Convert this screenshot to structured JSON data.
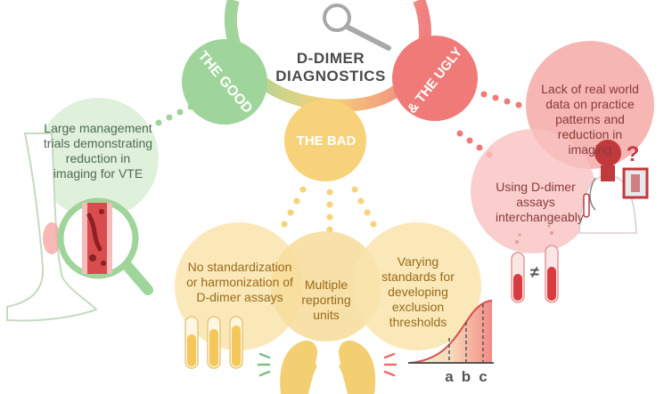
{
  "title": {
    "line1": "D-DIMER",
    "line2": "DIAGNOSTICS"
  },
  "sections": {
    "good": {
      "label": "THE GOOD",
      "color": "#9fcf9a"
    },
    "bad": {
      "label": "THE BAD",
      "color": "#f7d27a"
    },
    "ugly": {
      "label": "& THE UGLY",
      "color": "#f07a78"
    }
  },
  "good_items": [
    {
      "text": "Large management trials demonstrating reduction in imaging for VTE"
    }
  ],
  "bad_items": [
    {
      "text": "No standardization or harmonization of D-dimer assays"
    },
    {
      "text": "Multiple reporting units"
    },
    {
      "text": "Varying standards for developing exclusion thresholds"
    }
  ],
  "ugly_items": [
    {
      "text": "Lack of real world data on practice patterns and reduction in imaging"
    },
    {
      "text": "Using D-dimer assays interchangeably"
    }
  ],
  "threshold_labels": [
    "a",
    "b",
    "c"
  ],
  "not_equal_symbol": "≠",
  "question_mark": "?"
}
